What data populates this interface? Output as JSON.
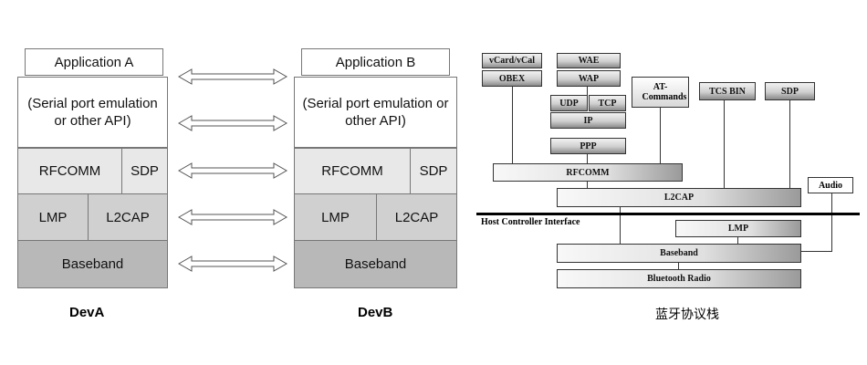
{
  "devA": {
    "app_label": "Application A",
    "api_label": "(Serial port emulation or other API)",
    "rfcomm": "RFCOMM",
    "sdp": "SDP",
    "lmp": "LMP",
    "l2cap": "L2CAP",
    "baseband": "Baseband",
    "name": "DevA"
  },
  "devB": {
    "app_label": "Application B",
    "api_label": "(Serial port emulation or other API)",
    "rfcomm": "RFCOMM",
    "sdp": "SDP",
    "lmp": "LMP",
    "l2cap": "L2CAP",
    "baseband": "Baseband",
    "name": "DevB"
  },
  "stack": {
    "vcard": "vCard/vCal",
    "obex": "OBEX",
    "wae": "WAE",
    "wap": "WAP",
    "udp": "UDP",
    "tcp": "TCP",
    "ip": "IP",
    "ppp": "PPP",
    "at": "AT-Commands",
    "tcsbin": "TCS BIN",
    "sdp": "SDP",
    "rfcomm": "RFCOMM",
    "l2cap": "L2CAP",
    "audio": "Audio",
    "hci": "Host Controller Interface",
    "lmp": "LMP",
    "baseband": "Baseband",
    "radio": "Bluetooth Radio",
    "caption": "蓝牙协议栈"
  }
}
